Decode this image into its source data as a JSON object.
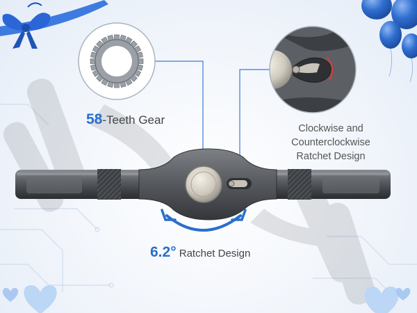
{
  "callouts": {
    "gear": {
      "number": "58",
      "text": "-Teeth Gear"
    },
    "direction": {
      "lines": [
        "Clockwise and",
        "Counterclockwise",
        "Ratchet Design"
      ]
    },
    "ratchet": {
      "number": "6.2°",
      "text": " Ratchet Design"
    }
  },
  "colors": {
    "accent": "#2a6fcc",
    "callout_line": "#3a7bd5",
    "handle": "#55585d",
    "balloon": "#2f6fd1",
    "ribbon": "#2b66d6",
    "heart": "#bcd6f5"
  },
  "icons": [
    "gift-ribbon-icon",
    "balloons-icon",
    "heart-icon",
    "gear-icon",
    "ratchet-switch-icon",
    "rotate-arrow-icon"
  ]
}
